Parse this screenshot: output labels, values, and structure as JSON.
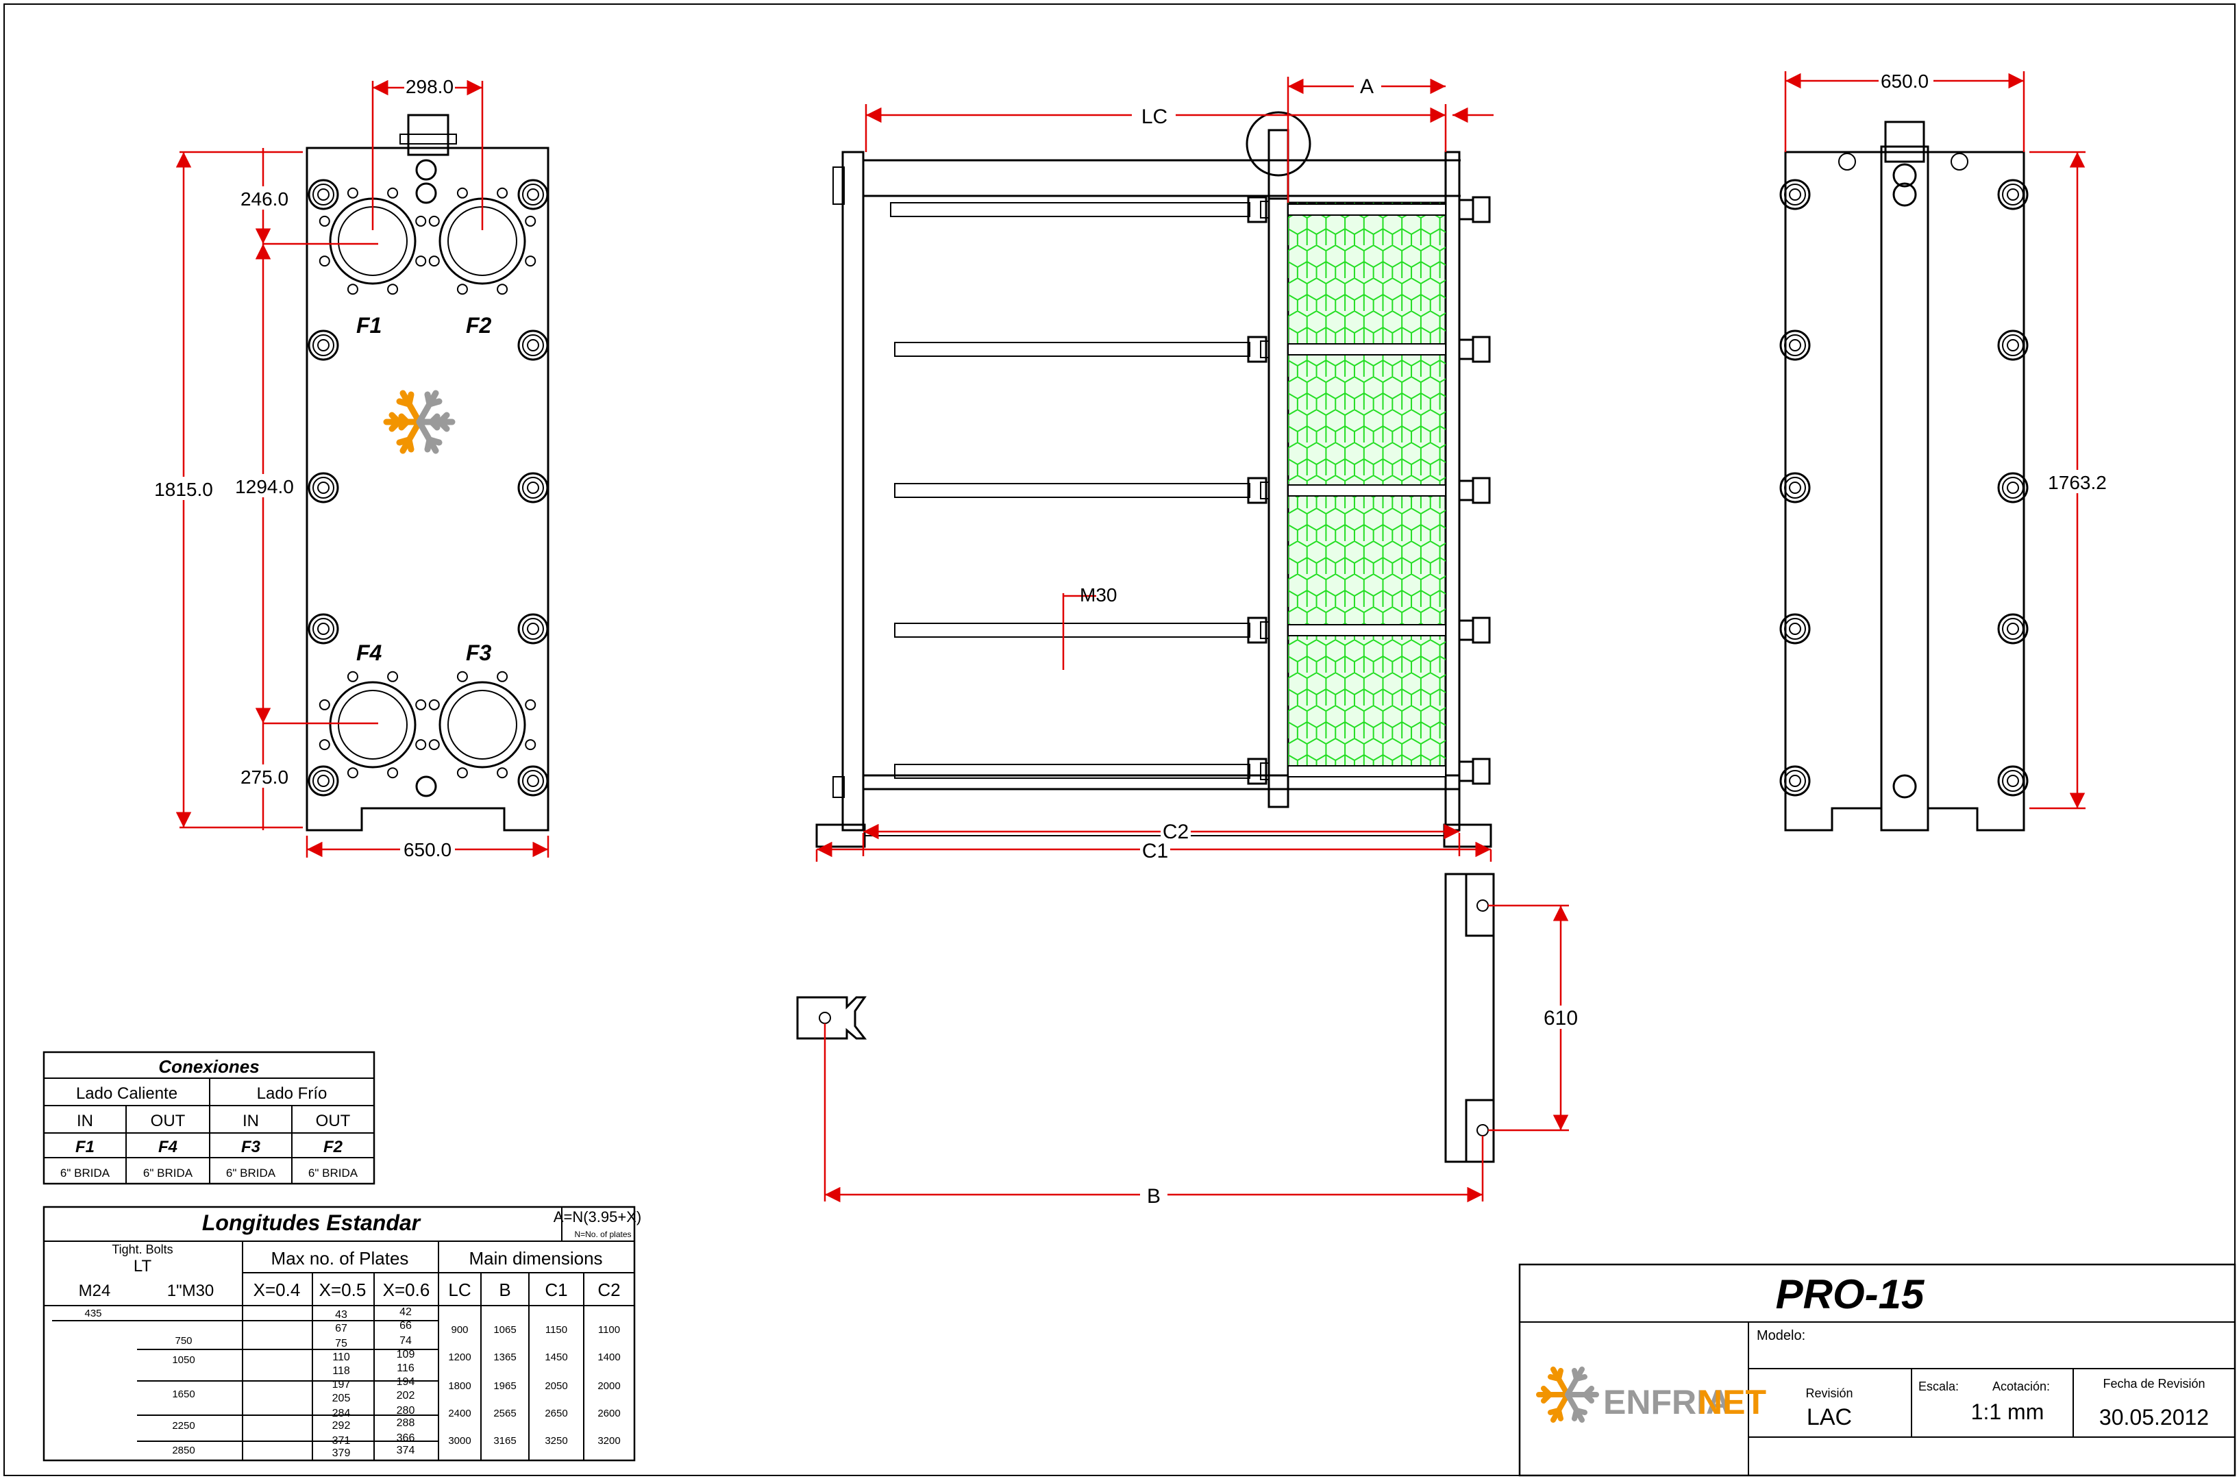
{
  "front_view": {
    "dim_top": "298.0",
    "dim_246": "246.0",
    "dim_1815": "1815.0",
    "dim_1294": "1294.0",
    "dim_275": "275.0",
    "dim_width": "650.0",
    "port_f1": "F1",
    "port_f2": "F2",
    "port_f3": "F3",
    "port_f4": "F4"
  },
  "side_view": {
    "dim_lc": "LC",
    "dim_a": "A",
    "dim_m30": "M30",
    "dim_c2": "C2",
    "dim_c1": "C1",
    "dim_b": "B",
    "dim_610": "610"
  },
  "back_view": {
    "dim_width": "650.0",
    "dim_height": "1763.2"
  },
  "conexiones": {
    "title": "Conexiones",
    "hot_side": "Lado Caliente",
    "cold_side": "Lado Frío",
    "headers": [
      "IN",
      "OUT",
      "IN",
      "OUT"
    ],
    "ports": [
      "F1",
      "F4",
      "F3",
      "F2"
    ],
    "sizes": [
      "6\" BRIDA",
      "6\" BRIDA",
      "6\" BRIDA",
      "6\" BRIDA"
    ]
  },
  "longitudes": {
    "title": "Longitudes Estandar",
    "formula": "A=N(3.95+X)",
    "formula_note": "N=No. of plates",
    "tight_bolts": "Tight. Bolts",
    "lt": "LT",
    "max_plates": "Max no. of Plates",
    "main_dims": "Main dimensions",
    "col_m24": "M24",
    "col_m30": "1\"M30",
    "col_x04": "X=0.4",
    "col_x05": "X=0.5",
    "col_x06": "X=0.6",
    "col_lc": "LC",
    "col_b": "B",
    "col_c1": "C1",
    "col_c2": "C2",
    "m24_value": "435",
    "m30_values": [
      "750",
      "1050",
      "1650",
      "2250",
      "2850"
    ],
    "x05_values": [
      "43",
      "67",
      "75",
      "110",
      "118",
      "197",
      "205",
      "284",
      "292",
      "371",
      "379"
    ],
    "x06_values": [
      "42",
      "66",
      "74",
      "109",
      "116",
      "194",
      "202",
      "280",
      "288",
      "366",
      "374"
    ],
    "rows": [
      {
        "lc": "900",
        "b": "1065",
        "c1": "1150",
        "c2": "1100"
      },
      {
        "lc": "1200",
        "b": "1365",
        "c1": "1450",
        "c2": "1400"
      },
      {
        "lc": "1800",
        "b": "1965",
        "c1": "2050",
        "c2": "2000"
      },
      {
        "lc": "2400",
        "b": "2565",
        "c1": "2650",
        "c2": "2600"
      },
      {
        "lc": "3000",
        "b": "3165",
        "c1": "3250",
        "c2": "3200"
      }
    ]
  },
  "title_block": {
    "model": "PRO-15",
    "modelo_label": "Modelo:",
    "brand_a": "ENFRIA",
    "brand_b": "NET",
    "revision_label": "Revisión",
    "revision_value": "LAC",
    "escala_label": "Escala:",
    "acotacion_label": "Acotación:",
    "scale_value": "1:1 mm",
    "fecha_label": "Fecha de Revisión",
    "fecha_value": "30.05.2012"
  },
  "colors": {
    "dimension": "#e00000",
    "plate_mesh": "#22dd22",
    "plate_fill": "#e9ffe9",
    "logo_orange": "#f29400",
    "logo_grey": "#9a9a9a"
  }
}
